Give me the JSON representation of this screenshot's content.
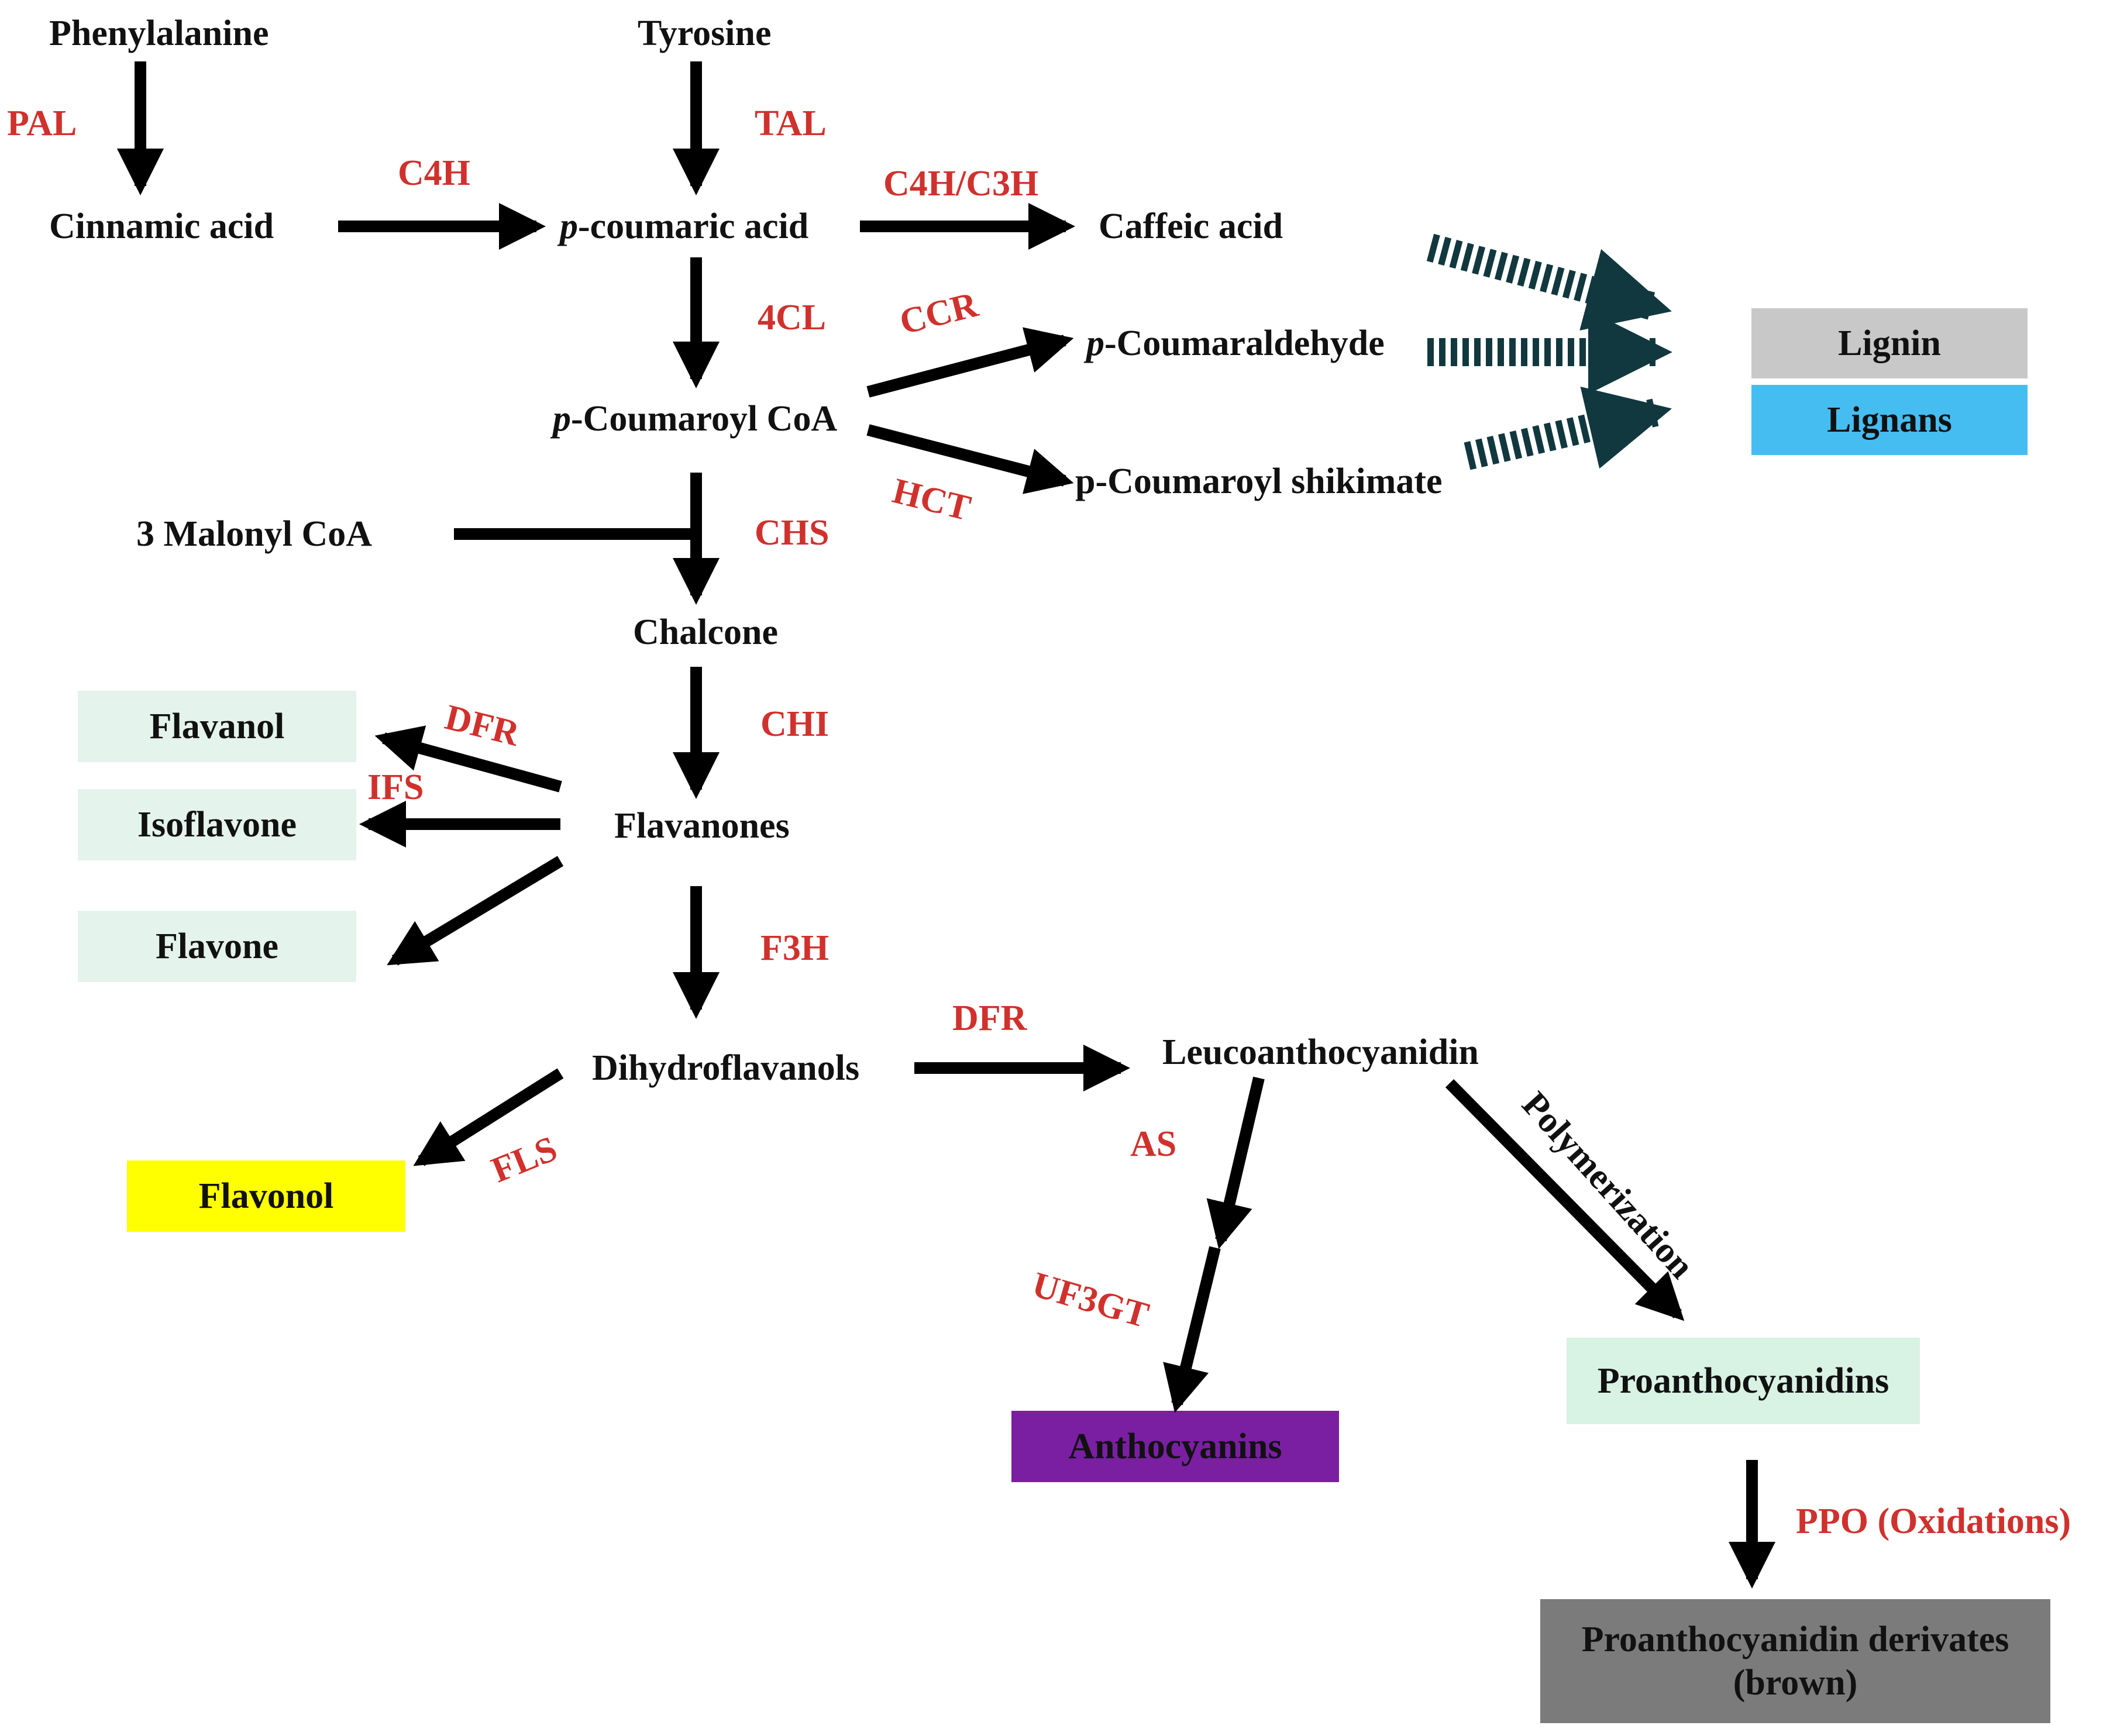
{
  "colors": {
    "arrow": "#000000",
    "dashed_arrow": "#12383f",
    "enzyme_text": "#d0312d",
    "compound_text": "#111111",
    "lignin_box": "#c8c8c8",
    "lignans_box": "#45bdf0",
    "light_green_box": "#e4f3ec",
    "flavonol_box": "#ffff00",
    "anthocyanins_box": "#7a1fa2",
    "proanthocyanidins_box": "#d8f2e4",
    "derivates_box": "#7b7b7b"
  },
  "compounds": {
    "phenylalanine": "Phenylalanine",
    "tyrosine": "Tyrosine",
    "cinnamic_acid": "Cinnamic acid",
    "p_prefix_coumaric": "p",
    "coumaric_acid": "-coumaric acid",
    "caffeic_acid": "Caffeic acid",
    "p_prefix_coumaraldehyde": "p",
    "coumaraldehyde": "-Coumaraldehyde",
    "p_prefix_coumaroyl_coa": "p",
    "coumaroyl_coa": "-Coumaroyl CoA",
    "coumaroyl_shikimate": "p-Coumaroyl shikimate",
    "malonyl_coa": "3 Malonyl CoA",
    "chalcone": "Chalcone",
    "flavanones": "Flavanones",
    "dihydroflavanols": "Dihydroflavanols",
    "leucoanthocyanidin": "Leucoanthocyanidin"
  },
  "products": {
    "lignin": "Lignin",
    "lignans": "Lignans",
    "flavanol": "Flavanol",
    "isoflavone": "Isoflavone",
    "flavone": "Flavone",
    "flavonol": "Flavonol",
    "anthocyanins": "Anthocyanins",
    "proanthocyanidins": "Proanthocyanidins",
    "proanthocyanidin_derivates_line1": "Proanthocyanidin derivates",
    "proanthocyanidin_derivates_line2": "(brown)"
  },
  "enzymes": {
    "pal": "PAL",
    "tal": "TAL",
    "c4h": "C4H",
    "c4h_c3h": "C4H/C3H",
    "fourcl": "4CL",
    "ccr": "CCR",
    "hct": "HCT",
    "chs": "CHS",
    "chi": "CHI",
    "dfr_upper": "DFR",
    "ifs": "IFS",
    "f3h": "F3H",
    "dfr_lower": "DFR",
    "fls": "FLS",
    "as": "AS",
    "uf3gt": "UF3GT",
    "polymerization": "Polymerization",
    "ppo": "PPO (Oxidations)"
  }
}
